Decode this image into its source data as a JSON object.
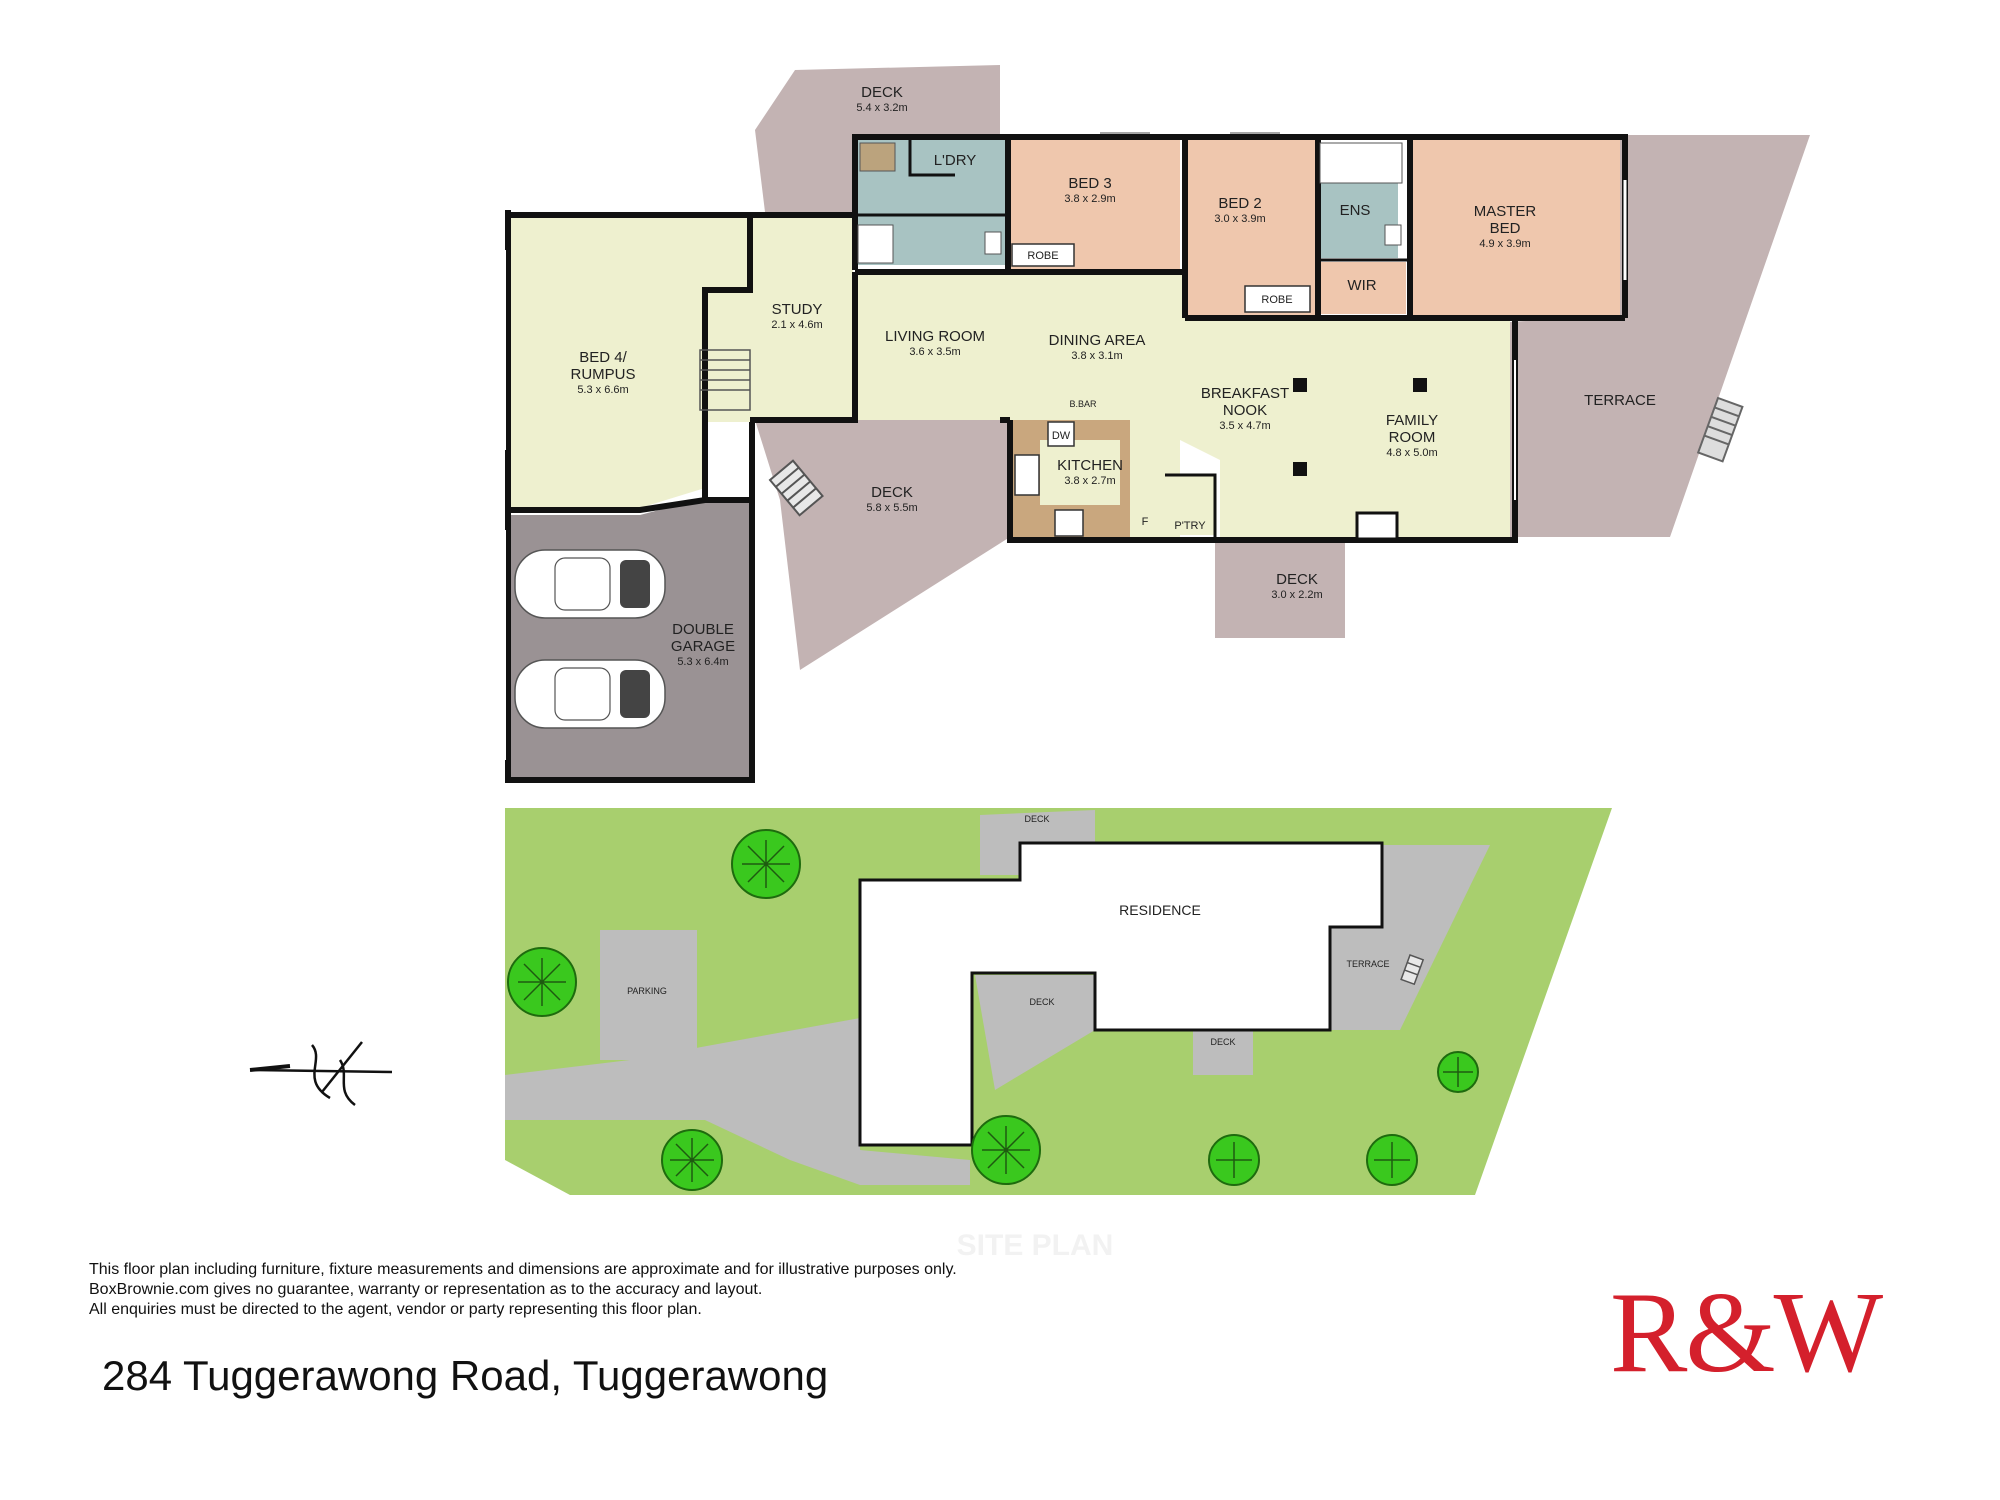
{
  "rooms": {
    "deck_top": {
      "name": "DECK",
      "dims": "5.4 x 3.2m"
    },
    "laundry": {
      "name": "L'DRY"
    },
    "bed3": {
      "name": "BED 3",
      "dims": "3.8 x 2.9m"
    },
    "bed2": {
      "name": "BED 2",
      "dims": "3.0 x 3.9m"
    },
    "ensuite": {
      "name": "ENS"
    },
    "master": {
      "name1": "MASTER",
      "name2": "BED",
      "dims": "4.9 x 3.9m"
    },
    "robe1": {
      "name": "ROBE"
    },
    "robe2": {
      "name": "ROBE"
    },
    "wir": {
      "name": "WIR"
    },
    "study": {
      "name": "STUDY",
      "dims": "2.1 x 4.6m"
    },
    "bed4": {
      "name1": "BED 4/",
      "name2": "RUMPUS",
      "dims": "5.3 x 6.6m"
    },
    "living": {
      "name": "LIVING ROOM",
      "dims": "3.6 x 3.5m"
    },
    "dining": {
      "name": "DINING AREA",
      "dims": "3.8 x 3.1m"
    },
    "breakfast": {
      "name1": "BREAKFAST",
      "name2": "NOOK",
      "dims": "3.5 x 4.7m"
    },
    "family": {
      "name1": "FAMILY",
      "name2": "ROOM",
      "dims": "4.8 x 5.0m"
    },
    "terrace": {
      "name": "TERRACE"
    },
    "kitchen": {
      "name": "KITCHEN",
      "dims": "3.8 x 2.7m",
      "bbar": "B.BAR",
      "dw": "DW",
      "fridge": "F",
      "pantry": "P'TRY"
    },
    "deck_mid": {
      "name": "DECK",
      "dims": "5.8 x 5.5m"
    },
    "deck_small": {
      "name": "DECK",
      "dims": "3.0 x 2.2m"
    },
    "garage": {
      "name1": "DOUBLE",
      "name2": "GARAGE",
      "dims": "5.3 x 6.4m"
    }
  },
  "site": {
    "deck_top": "DECK",
    "residence": "RESIDENCE",
    "terrace": "TERRACE",
    "parking": "PARKING",
    "deck_mid": "DECK",
    "deck_small": "DECK",
    "faint_title": "SITE PLAN"
  },
  "disclaimer": [
    "This floor plan including furniture, fixture measurements and dimensions are approximate and for illustrative purposes only.",
    "BoxBrownie.com gives no guarantee, warranty or representation as to the accuracy and layout.",
    "All enquiries must be directed to the agent, vendor or party representing this floor plan."
  ],
  "address": "284 Tuggerawong Road, Tuggerawong",
  "logo": "R&W",
  "colors": {
    "bedroom": "#efc7ad",
    "living": "#eef0cf",
    "wet": "#a8c3c2",
    "deck": "#c3b3b3",
    "garage": "#9a9294",
    "lawn": "#a8cf6e",
    "paving": "#bdbdbd",
    "brand_red": "#d4202c"
  },
  "icons": [
    "north-arrow-icon",
    "car-icon",
    "tree-icon",
    "stairs-icon"
  ]
}
